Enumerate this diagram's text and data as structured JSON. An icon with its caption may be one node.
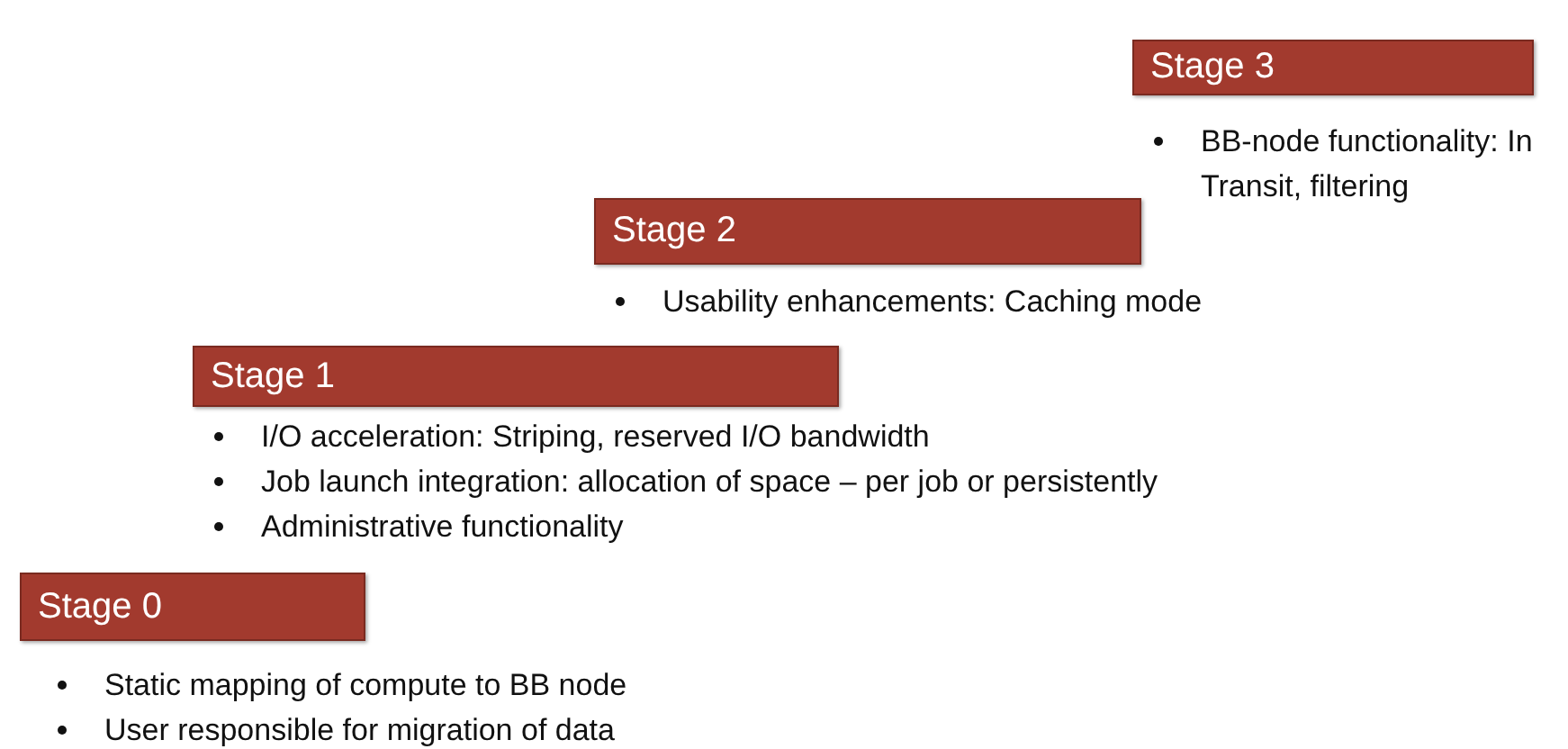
{
  "diagram": {
    "nodes": [
      {
        "text": [
          "Stage 3"
        ],
        "beside": [
          "BB-node functionality: In Transit, filtering"
        ]
      },
      {
        "text": [
          "Stage 2"
        ],
        "beside": [
          "Usability enhancements: Caching mode"
        ]
      },
      {
        "text": [
          "Stage 1"
        ],
        "beside": [
          "I/O acceleration: Striping, reserved I/O bandwidth",
          "Job launch integration: allocation of space – per job or persistently",
          "Administrative functionality"
        ]
      },
      {
        "text": [
          "Stage 0"
        ],
        "beside": [
          "Static mapping of compute to BB node",
          "User responsible for migration of data"
        ]
      }
    ]
  }
}
